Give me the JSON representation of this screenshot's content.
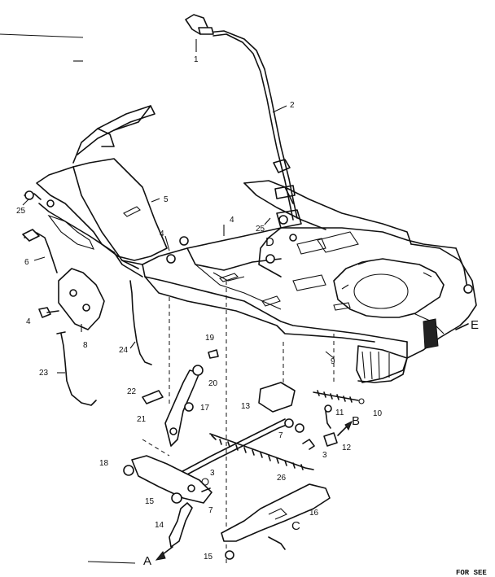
{
  "callouts": {
    "c1": "1",
    "c2": "2",
    "c3a": "3",
    "c3b": "3",
    "c4a": "4",
    "c4b": "4",
    "c4c": "4",
    "c5": "5",
    "c6": "6",
    "c7a": "7",
    "c7b": "7",
    "c8": "8",
    "c9": "9",
    "c10": "10",
    "c11": "11",
    "c12": "12",
    "c13": "13",
    "c14": "14",
    "c15a": "15",
    "c15b": "15",
    "c16": "16",
    "c17": "17",
    "c18": "18",
    "c19": "19",
    "c20": "20",
    "c21": "21",
    "c22": "22",
    "c23": "23",
    "c24": "24",
    "c25a": "25",
    "c25b": "25",
    "c26": "26"
  },
  "connectors": {
    "A": "A",
    "B": "B",
    "C": "C",
    "D": "D",
    "E": "E"
  },
  "footer_text": "FOR SEE"
}
